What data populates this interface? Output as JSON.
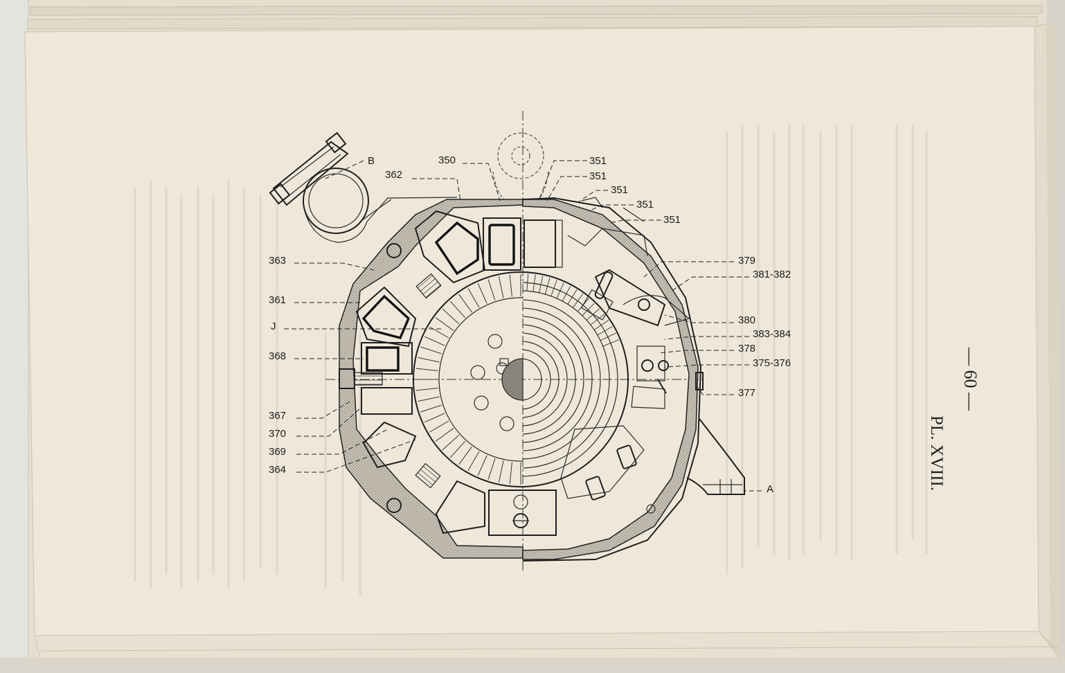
{
  "page": {
    "number": "— 60 —",
    "plate": "PL. XVIII."
  },
  "figure": {
    "labels_left": [
      "B",
      "362",
      "350",
      "363",
      "361",
      "J",
      "368",
      "367",
      "370",
      "369",
      "364"
    ],
    "labels_right": [
      "351",
      "351",
      "351",
      "351",
      "351",
      "379",
      "381-382",
      "380",
      "383-384",
      "378",
      "375-376",
      "377",
      "A"
    ]
  },
  "colors": {
    "paper": "#efe8da",
    "ink": "#1b1b1b"
  }
}
